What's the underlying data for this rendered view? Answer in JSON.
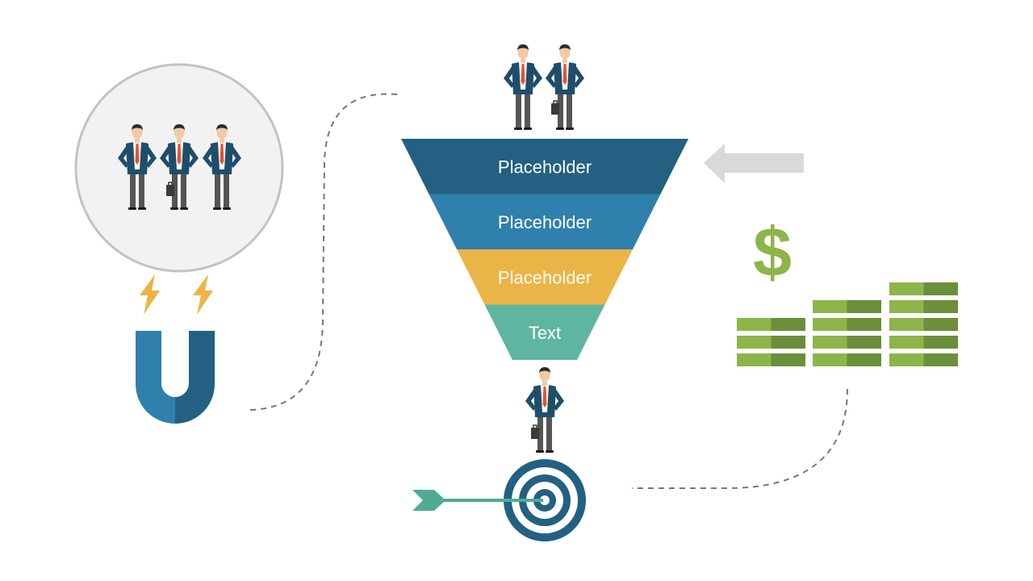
{
  "funnel": {
    "stages": [
      {
        "label": "Placeholder",
        "color": "#236082"
      },
      {
        "label": "Placeholder",
        "color": "#2f80ad"
      },
      {
        "label": "Placeholder",
        "color": "#ebb446"
      },
      {
        "label": "Text",
        "color": "#5fb6a0"
      }
    ]
  },
  "colors": {
    "circle_fill": "#f2f2f2",
    "circle_stroke": "#c3c3c3",
    "magnet_light": "#2f80ad",
    "magnet_dark": "#236082",
    "lightning": "#ebb446",
    "arrow_gray": "#d9d9d9",
    "dollar": "#8db54a",
    "money_light": "#8db54a",
    "money_dark": "#6b8f3a",
    "target": "#236082",
    "dart": "#4fac94",
    "dashed_line": "#777777",
    "suit": "#1f4e6b",
    "trousers": "#555555",
    "tie": "#e0552f",
    "skin": "#f2c9a5",
    "hair": "#2b2b2b"
  },
  "money_symbol": "$",
  "icons": [
    "people-icon",
    "magnet-icon",
    "lightning-icon",
    "arrow-left-icon",
    "dollar-icon",
    "money-stack-icon",
    "target-icon",
    "dart-icon",
    "businessman-icon"
  ]
}
